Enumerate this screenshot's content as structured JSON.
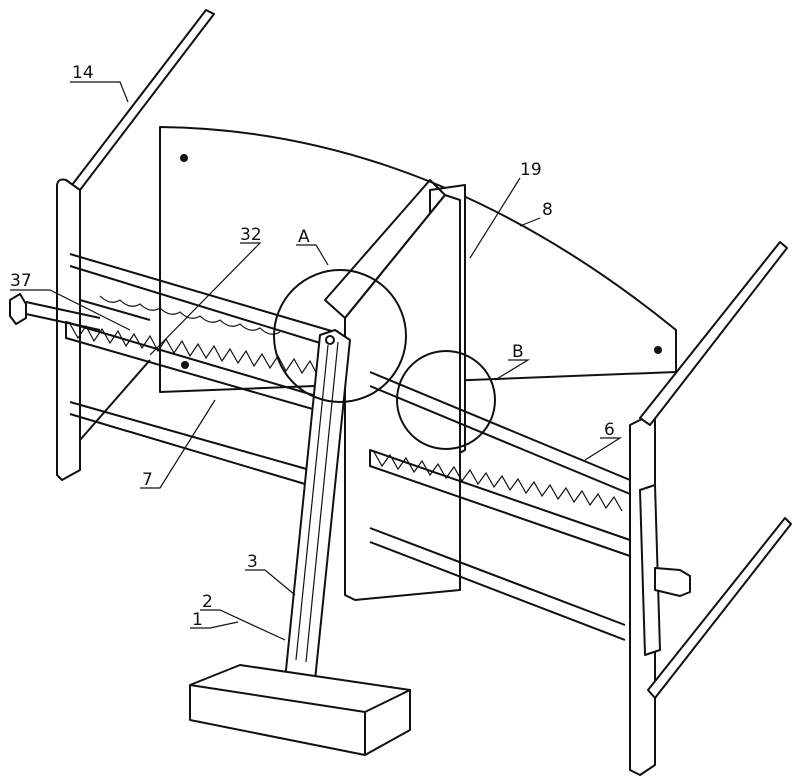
{
  "figure": {
    "labels": {
      "l14": "14",
      "l19": "19",
      "l8": "8",
      "l32": "32",
      "lA": "A",
      "l37": "37",
      "lB": "B",
      "l6": "6",
      "l7": "7",
      "l3": "3",
      "l2": "2",
      "l1": "1"
    }
  }
}
